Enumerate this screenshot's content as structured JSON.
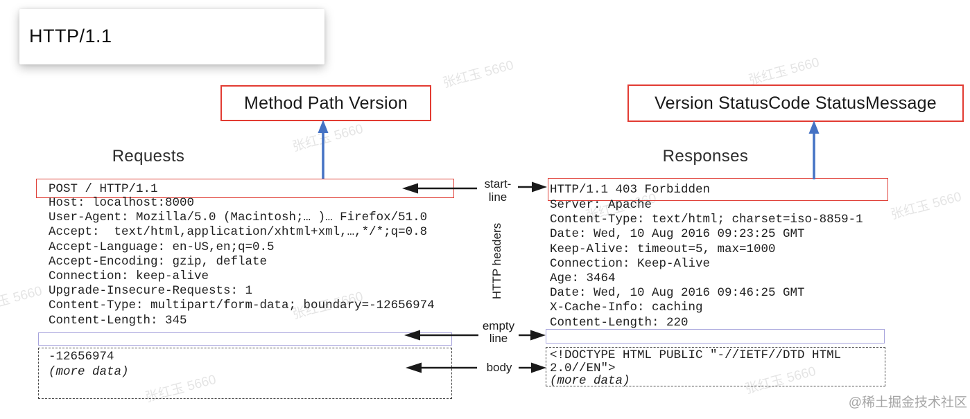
{
  "title": "HTTP/1.1",
  "annotations": {
    "request_start_format": "Method Path Version",
    "response_start_format": "Version StatusCode StatusMessage"
  },
  "request": {
    "heading": "Requests",
    "start_line": "POST / HTTP/1.1",
    "headers": [
      "Host: localhost:8000",
      "User-Agent: Mozilla/5.0 (Macintosh;… )… Firefox/51.0",
      "Accept:  text/html,application/xhtml+xml,…,*/*;q=0.8",
      "Accept-Language: en-US,en;q=0.5",
      "Accept-Encoding: gzip, deflate",
      "Connection: keep-alive",
      "Upgrade-Insecure-Requests: 1",
      "Content-Type: multipart/form-data; boundary=-12656974",
      "Content-Length: 345"
    ],
    "body_line1": "-12656974",
    "body_more": "(more data)"
  },
  "response": {
    "heading": "Responses",
    "start_line": "HTTP/1.1 403 Forbidden",
    "headers": [
      "Server: Apache",
      "Content-Type: text/html; charset=iso-8859-1",
      "Date: Wed, 10 Aug 2016 09:23:25 GMT",
      "Keep-Alive: timeout=5, max=1000",
      "Connection: Keep-Alive",
      "Age: 3464",
      "Date: Wed, 10 Aug 2016 09:46:25 GMT",
      "X-Cache-Info: caching",
      "Content-Length: 220"
    ],
    "body_line1": "<!DOCTYPE HTML PUBLIC \"-//IETF//DTD HTML",
    "body_line2": "2.0//EN\">",
    "body_more": "(more data)"
  },
  "middle_labels": {
    "start_line_l1": "start-",
    "start_line_l2": "line",
    "http_headers": "HTTP headers",
    "empty_l1": "empty",
    "empty_l2": "line",
    "body": "body"
  },
  "watermark": {
    "text": "张红玉 5660",
    "credit": "@稀土掘金技术社区"
  },
  "colors": {
    "annotation_box_red": "#e23b32",
    "start_line_box_red": "#e0423a",
    "empty_line_box_lavender": "#a7a4dc",
    "arrow_blue": "#4472c4",
    "arrow_black": "#1a1a1a"
  }
}
